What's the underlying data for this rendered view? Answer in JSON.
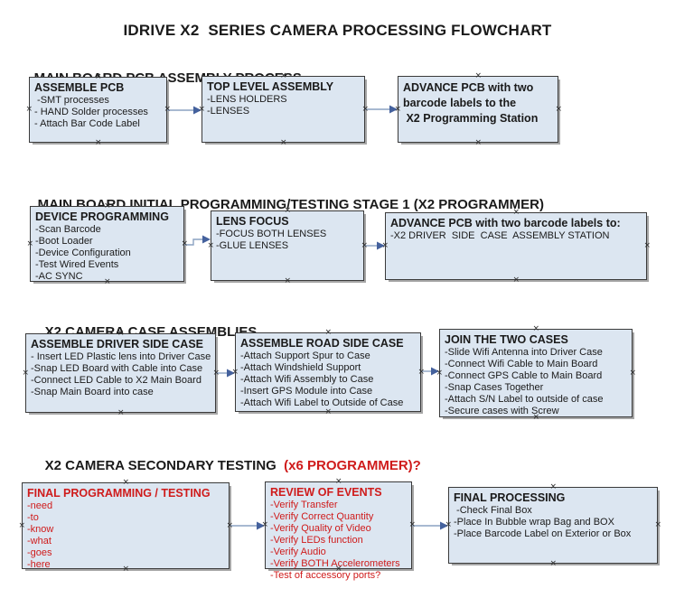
{
  "title": "IDRIVE X2  SERIES CAMERA PROCESSING FLOWCHART",
  "colors": {
    "box_fill": "#dce6f1",
    "box_border": "#3a3a3a",
    "box_shadow": "#a6a6a6",
    "red_text": "#cf1b1b",
    "black_text": "#1a1a1a",
    "connector_line": "#8ba2c2",
    "connector_head": "#44619d",
    "handle": "#2b2b2b"
  },
  "sections": [
    {
      "header": "MAIN BOARD PCB ASSEMBLY PROCESS",
      "boxes": [
        {
          "title": "ASSEMBLE PCB",
          "items": [
            " -SMT processes",
            "- HAND Solder processes",
            "- Attach Bar Code Label"
          ]
        },
        {
          "title": "TOP LEVEL ASSEMBLY",
          "items": [
            "-LENS HOLDERS",
            "-LENSES"
          ]
        },
        {
          "lines": [
            "ADVANCE PCB with two",
            "barcode labels to the",
            " X2 Programming Station"
          ]
        }
      ]
    },
    {
      "header": "MAIN BOARD INITIAL PROGRAMMING/TESTING STAGE 1 (X2 PROGRAMMER)",
      "boxes": [
        {
          "title": "DEVICE PROGRAMMING",
          "items": [
            "-Scan Barcode",
            "-Boot Loader",
            "-Device Configuration",
            "-Test Wired Events",
            "-AC SYNC"
          ]
        },
        {
          "title": "LENS FOCUS",
          "items": [
            "-FOCUS BOTH LENSES",
            "-GLUE LENSES"
          ]
        },
        {
          "title": "ADVANCE PCB with two barcode labels to:",
          "items": [
            "-X2 DRIVER  SIDE  CASE  ASSEMBLY STATION"
          ]
        }
      ]
    },
    {
      "header": "X2 CAMERA CASE ASSEMBLIES",
      "boxes": [
        {
          "title": "ASSEMBLE DRIVER SIDE CASE",
          "items": [
            "- Insert LED Plastic lens into Driver Case",
            "-Snap LED Board with Cable into Case",
            "-Connect LED Cable to X2 Main Board",
            "-Snap Main Board into case"
          ]
        },
        {
          "title": "ASSEMBLE ROAD SIDE CASE",
          "items": [
            "-Attach Support Spur to Case",
            "-Attach Windshield Support",
            "-Attach Wifi Assembly to Case",
            "-Insert GPS Module into Case",
            "-Attach Wifi Label to Outside of Case"
          ]
        },
        {
          "title": "JOIN THE TWO CASES",
          "items": [
            "-Slide Wifi Antenna into Driver Case",
            "-Connect Wifi Cable to Main Board",
            "-Connect GPS Cable to Main Board",
            "-Snap Cases Together",
            "-Attach S/N Label to outside of case",
            "-Secure cases with Screw"
          ]
        }
      ]
    },
    {
      "header": "X2 CAMERA SECONDARY TESTING  ",
      "header_red": "(x6 PROGRAMMER)?",
      "boxes": [
        {
          "title": "FINAL PROGRAMMING / TESTING",
          "items": [
            "-need",
            "-to",
            "-know",
            "-what",
            "-goes",
            "-here"
          ]
        },
        {
          "title": "REVIEW OF EVENTS",
          "items": [
            "-Verify Transfer",
            "-Verify Correct Quantity",
            "-Verify Quality of Video",
            "-Verify LEDs function",
            "-Verify Audio",
            "-Verify BOTH Accelerometers",
            "-Test of accessory ports?"
          ]
        },
        {
          "title": "FINAL PROCESSING",
          "items": [
            " -Check Final Box",
            "-Place In Bubble wrap Bag and BOX",
            "-Place Barcode Label on Exterior or Box"
          ]
        }
      ]
    }
  ]
}
